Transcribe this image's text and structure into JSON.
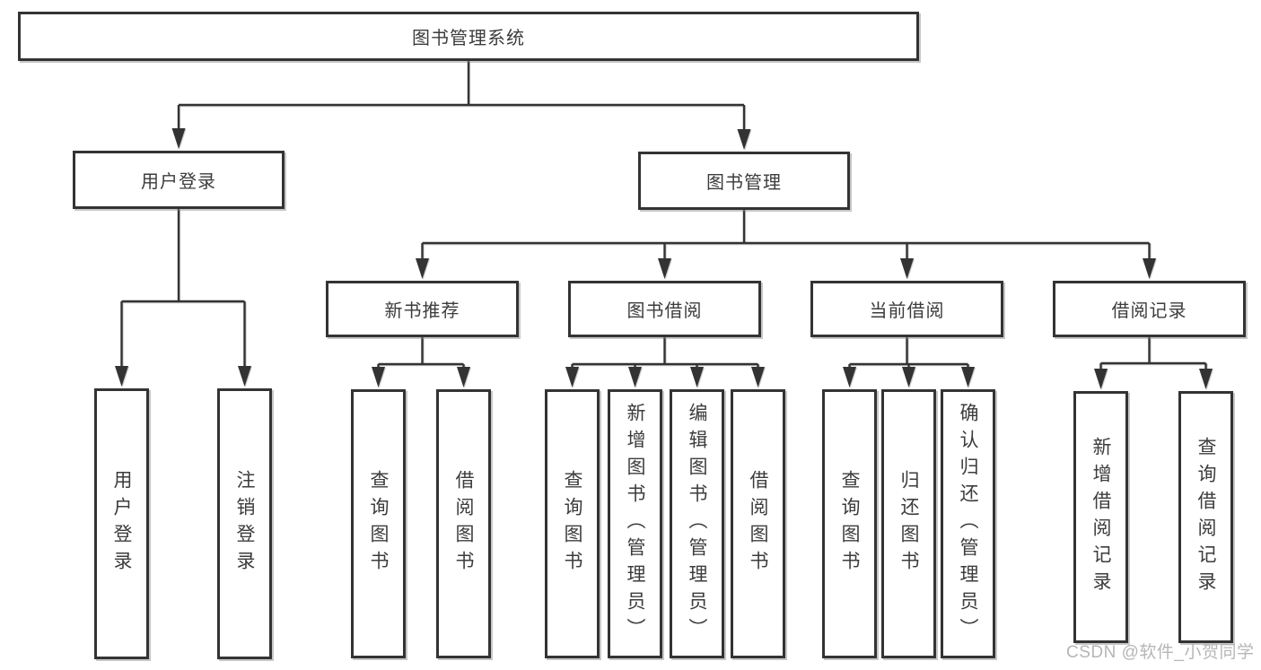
{
  "diagram": {
    "root": {
      "label": "图书管理系统"
    },
    "level2": [
      {
        "label": "用户登录"
      },
      {
        "label": "图书管理"
      }
    ],
    "level3": [
      {
        "label": "新书推荐",
        "parent": "图书管理"
      },
      {
        "label": "图书借阅",
        "parent": "图书管理"
      },
      {
        "label": "当前借阅",
        "parent": "图书管理"
      },
      {
        "label": "借阅记录",
        "parent": "图书管理"
      }
    ],
    "leaves": [
      {
        "label": "用户登录",
        "parent": "用户登录"
      },
      {
        "label": "注销登录",
        "parent": "用户登录"
      },
      {
        "label": "查询图书",
        "parent": "新书推荐"
      },
      {
        "label": "借阅图书",
        "parent": "新书推荐"
      },
      {
        "label": "查询图书",
        "parent": "图书借阅"
      },
      {
        "label": "新增图书（管理员）",
        "parent": "图书借阅"
      },
      {
        "label": "编辑图书（管理员）",
        "parent": "图书借阅"
      },
      {
        "label": "借阅图书",
        "parent": "图书借阅"
      },
      {
        "label": "查询图书",
        "parent": "当前借阅"
      },
      {
        "label": "归还图书",
        "parent": "当前借阅"
      },
      {
        "label": "确认归还（管理员）",
        "parent": "当前借阅"
      },
      {
        "label": "新增借阅记录",
        "parent": "借阅记录"
      },
      {
        "label": "查询借阅记录",
        "parent": "借阅记录"
      }
    ],
    "watermark": "CSDN @软件_小贺同学",
    "colors": {
      "line": "#333333",
      "text": "#3c3c3e",
      "background": "#ffffff",
      "watermark": "#b6b6b6"
    }
  }
}
